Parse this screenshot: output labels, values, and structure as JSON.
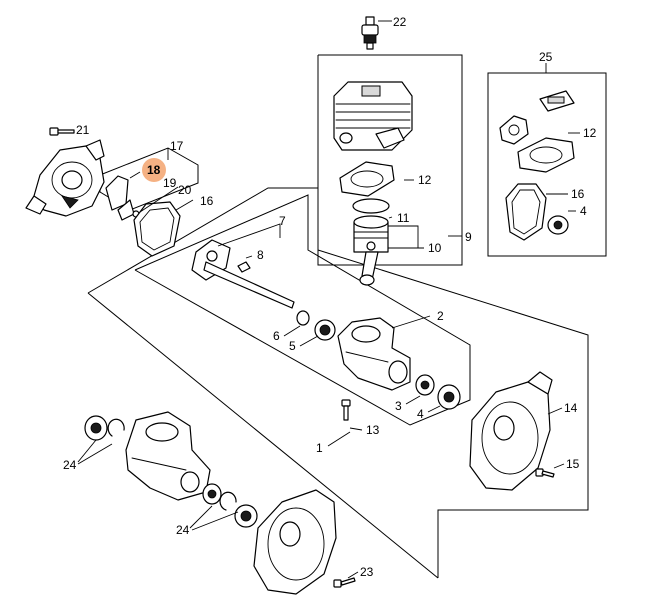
{
  "colors": {
    "highlight_fill": "#f5b183",
    "highlight_stroke": "#e8894b",
    "line": "#000000",
    "background": "#ffffff"
  },
  "callouts": {
    "c22": "22",
    "c25": "25",
    "c21": "21",
    "c17": "17",
    "c18": "18",
    "c19": "19",
    "c20": "20",
    "c16a": "16",
    "c12a": "12",
    "c12b": "12",
    "c16b": "16",
    "c4a": "4",
    "c11": "11",
    "c10": "10",
    "c9": "9",
    "c7": "7",
    "c8": "8",
    "c2": "2",
    "c6": "6",
    "c5": "5",
    "c3": "3",
    "c4b": "4",
    "c13": "13",
    "c1": "1",
    "c14": "14",
    "c15": "15",
    "c24a": "24",
    "c24b": "24",
    "c23": "23"
  },
  "selected_part": "18"
}
